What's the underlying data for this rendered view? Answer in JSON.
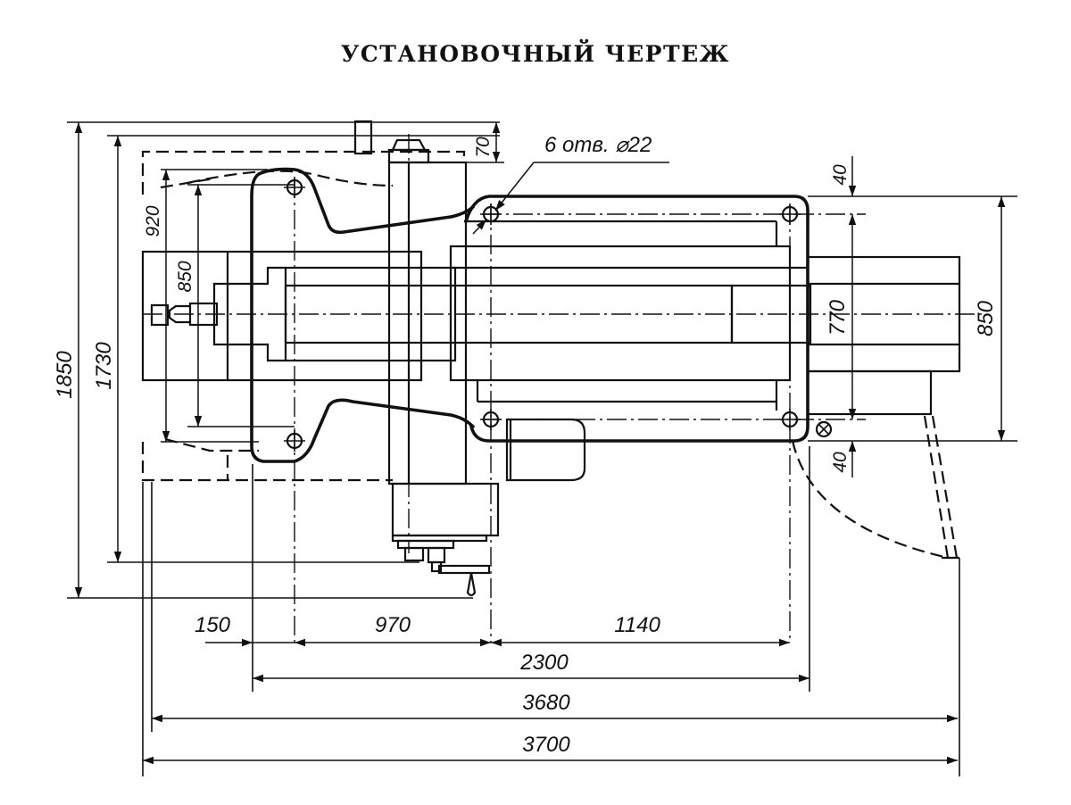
{
  "title": "УСТАНОВОЧНЫЙ ЧЕРТЕЖ",
  "annotations": {
    "holes_note": "6 отв. ⌀22"
  },
  "dimensions": {
    "horizontal": {
      "d150": "150",
      "d970": "970",
      "d1140": "1140",
      "d2300": "2300",
      "d3680": "3680",
      "d3700": "3700"
    },
    "vertical_left": {
      "d1850": "1850",
      "d1730": "1730",
      "d920": "920",
      "d850": "850"
    },
    "vertical_right": {
      "d40_top": "40",
      "d770": "770",
      "d40_bottom": "40",
      "d850": "850"
    },
    "top": {
      "d70": "70"
    }
  },
  "symbols": {
    "hole_marker": "mounting-hole",
    "crossed_circle": "grounding-mark"
  }
}
